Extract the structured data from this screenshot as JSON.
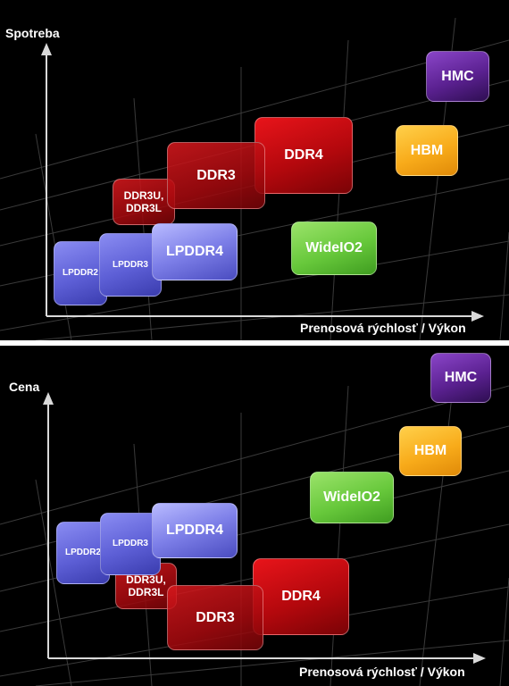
{
  "top_chart": {
    "y_axis_label": "Spotreba",
    "x_axis_label": "Prenosová rýchlosť / Výkon",
    "boxes": {
      "hmc": "HMC",
      "hbm": "HBM",
      "ddr4": "DDR4",
      "ddr3": "DDR3",
      "ddr3u": "DDR3U,\nDDR3L",
      "wideio2": "WideIO2",
      "lpddr4": "LPDDR4",
      "lpddr3": "LPDDR3",
      "lpddr2": "LPDDR2"
    }
  },
  "bottom_chart": {
    "y_axis_label": "Cena",
    "x_axis_label": "Prenosová rýchlosť / Výkon",
    "boxes": {
      "hmc": "HMC",
      "hbm": "HBM",
      "wideio2": "WideIO2",
      "lpddr4": "LPDDR4",
      "lpddr3": "LPDDR3",
      "lpddr2": "LPDDR2",
      "ddr3u": "DDR3U,\nDDR3L",
      "ddr4": "DDR4",
      "ddr3": "DDR3"
    }
  },
  "colors": {
    "ddr": "#c00d12",
    "lpddr": "#5d5fd6",
    "wideio2": "#67c83b",
    "hbm": "#f8ab1a",
    "hmc": "#5b2191",
    "axis": "#d9d9d9"
  }
}
